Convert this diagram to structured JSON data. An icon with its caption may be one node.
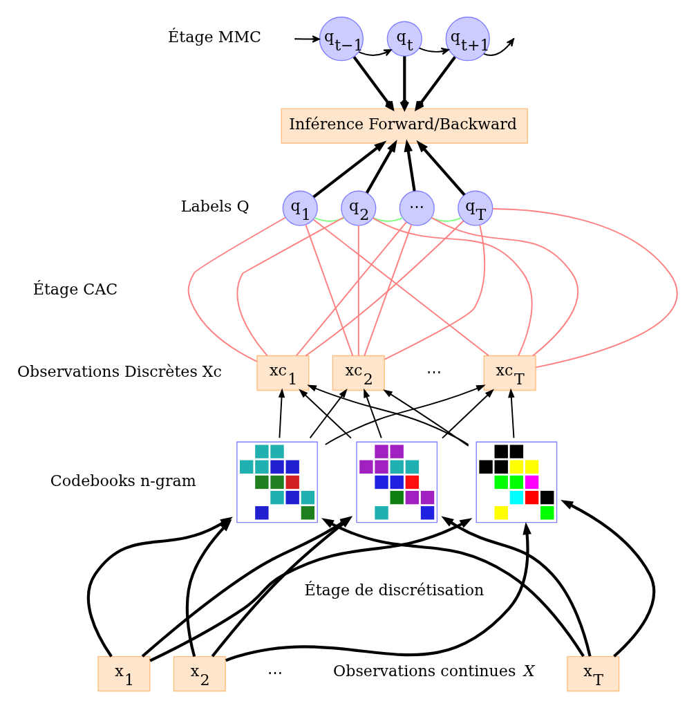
{
  "diagram": {
    "nodes": [
      {
        "text": [
          "q$_{t−1}$"
        ]
      },
      {
        "text": [
          "q$_{t}$"
        ]
      },
      {
        "text": [
          "q$_{t+1}$"
        ]
      },
      {
        "text": [
          "Inférence Forward/Backward"
        ]
      },
      {
        "text": [
          "q$_{1}$"
        ]
      },
      {
        "text": [
          "q$_{2}$"
        ]
      },
      {
        "text": [
          "⋯"
        ]
      },
      {
        "text": [
          "q$_{T}$"
        ]
      },
      {
        "text": [
          "xc$_{1}$"
        ]
      },
      {
        "text": [
          "xc$_{2}$"
        ]
      },
      {
        "text": [
          "xc$_{T}$"
        ]
      },
      {
        "text": [],
        "shape": "picture"
      },
      {
        "text": [],
        "shape": "picture"
      },
      {
        "text": [],
        "shape": "picture"
      },
      {
        "text": [
          "x$_{1}$"
        ]
      },
      {
        "text": [
          "x$_{2}$"
        ]
      },
      {
        "text": [
          "x$_{T}$"
        ]
      }
    ],
    "edges": [
      {
        "from": null,
        "to": 0,
        "arrow": "to"
      },
      {
        "from": 0,
        "to": 1,
        "arrow": "to"
      },
      {
        "from": 1,
        "to": 2,
        "arrow": "to"
      },
      {
        "from": 2,
        "to": null,
        "arrow": "to"
      },
      {
        "from": 0,
        "to": 3,
        "arrow": "to",
        "style": "thick"
      },
      {
        "from": 1,
        "to": 3,
        "arrow": "to",
        "style": "thick"
      },
      {
        "from": 2,
        "to": 3,
        "arrow": "to",
        "style": "thick"
      },
      {
        "from": 4,
        "to": 3,
        "arrow": "to",
        "style": "thick"
      },
      {
        "from": 5,
        "to": 3,
        "arrow": "to",
        "style": "thick"
      },
      {
        "from": 6,
        "to": 3,
        "arrow": "to",
        "style": "thick"
      },
      {
        "from": 7,
        "to": 3,
        "arrow": "to",
        "style": "thick"
      },
      {
        "from": 4,
        "to": 5,
        "arrow": "none",
        "color": "#80ff80"
      },
      {
        "from": 5,
        "to": 6,
        "arrow": "none",
        "color": "#80ff80"
      },
      {
        "from": 6,
        "to": 7,
        "arrow": "none",
        "color": "#80ff80"
      },
      {
        "from": 4,
        "to": 8,
        "arrow": "none",
        "color": "#ff8080"
      },
      {
        "from": 4,
        "to": 9,
        "arrow": "none",
        "color": "#ff8080"
      },
      {
        "from": 4,
        "to": 10,
        "arrow": "none",
        "color": "#ff8080"
      },
      {
        "from": 5,
        "to": 8,
        "arrow": "none",
        "color": "#ff8080"
      },
      {
        "from": 5,
        "to": 9,
        "arrow": "none",
        "color": "#ff8080"
      },
      {
        "from": 5,
        "to": 10,
        "arrow": "none",
        "color": "#ff8080"
      },
      {
        "from": 6,
        "to": 8,
        "arrow": "none",
        "color": "#ff8080"
      },
      {
        "from": 6,
        "to": 9,
        "arrow": "none",
        "color": "#ff8080"
      },
      {
        "from": 6,
        "to": 10,
        "arrow": "none",
        "color": "#ff8080"
      },
      {
        "from": 7,
        "to": 8,
        "arrow": "none",
        "color": "#ff8080"
      },
      {
        "from": 7,
        "to": 9,
        "arrow": "none",
        "color": "#ff8080"
      },
      {
        "from": 7,
        "to": 10,
        "arrow": "none",
        "color": "#ff8080"
      },
      {
        "from": 11,
        "to": 8,
        "arrow": "to"
      },
      {
        "from": 11,
        "to": 9,
        "arrow": "to"
      },
      {
        "from": 11,
        "to": 10,
        "arrow": "to"
      },
      {
        "from": 12,
        "to": 8,
        "arrow": "to"
      },
      {
        "from": 12,
        "to": 9,
        "arrow": "to"
      },
      {
        "from": 12,
        "to": 10,
        "arrow": "to"
      },
      {
        "from": 13,
        "to": 8,
        "arrow": "to"
      },
      {
        "from": 13,
        "to": 9,
        "arrow": "to"
      },
      {
        "from": 13,
        "to": 10,
        "arrow": "to"
      },
      {
        "from": 14,
        "to": 11,
        "arrow": "to",
        "style": "thick"
      },
      {
        "from": 14,
        "to": 12,
        "arrow": "to",
        "style": "thick"
      },
      {
        "from": 14,
        "to": 13,
        "arrow": "to",
        "style": "thick"
      },
      {
        "from": 15,
        "to": 11,
        "arrow": "to",
        "style": "thick"
      },
      {
        "from": 15,
        "to": 12,
        "arrow": "to",
        "style": "thick"
      },
      {
        "from": 15,
        "to": 13,
        "arrow": "to",
        "style": "thick"
      },
      {
        "from": 16,
        "to": 11,
        "arrow": "to",
        "style": "thick"
      },
      {
        "from": 16,
        "to": 12,
        "arrow": "to",
        "style": "thick"
      },
      {
        "from": 16,
        "to": 13,
        "arrow": "to",
        "style": "thick"
      }
    ],
    "labels": [
      "Étage MMC",
      "Labels Q",
      "Étage CAC",
      "Observations Discrètes Xc",
      "⋯",
      "Codebooks n-gram",
      "Étage de discrétisation",
      "⋯",
      "Observations continues *X*"
    ]
  }
}
